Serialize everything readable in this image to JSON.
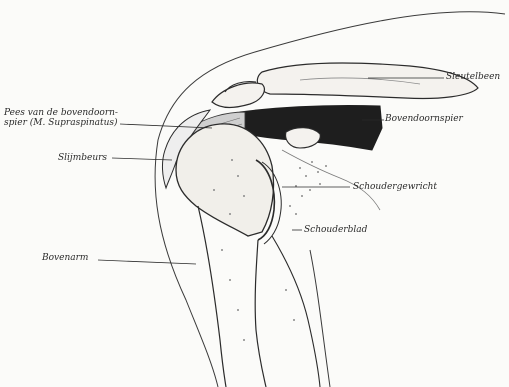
{
  "labels": {
    "pees_line1": "Pees van de bovendoorn-",
    "pees_line2": "spier (M. Supraspinatus)",
    "slijmbeurs": "Slijmbeurs",
    "bovenarm": "Bovenarm",
    "sleutelbeen": "Sleutelbeen",
    "bovendoornspier": "Bovendoornspier",
    "schoudergewricht": "Schoudergewricht",
    "schouderblad": "Schouderblad"
  },
  "colors": {
    "ink": "#2b2b2b",
    "muscle": "#1e1e1e",
    "paper": "#fbfbf9"
  }
}
